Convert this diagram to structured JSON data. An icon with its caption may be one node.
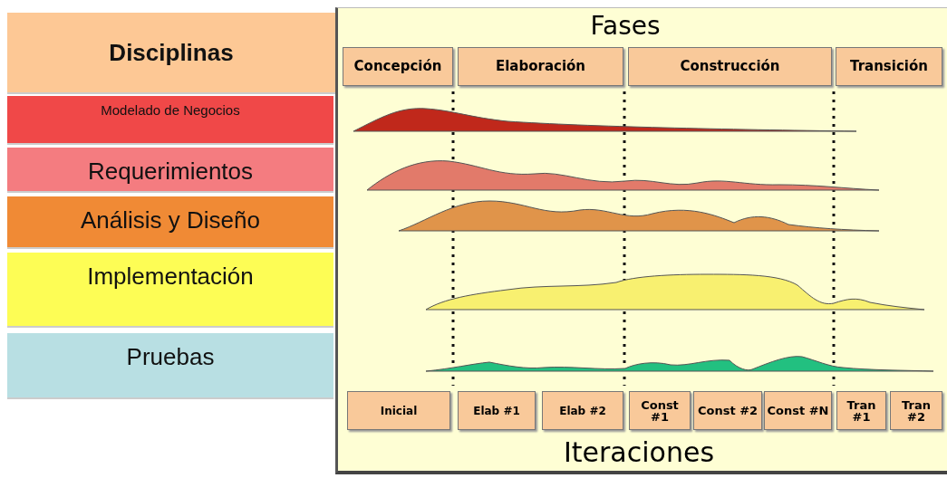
{
  "diagram": {
    "nodes": [
      {
        "text": [
          "Disciplinas"
        ]
      },
      {
        "text": [
          "Modelado de Negocios"
        ]
      },
      {
        "text": [
          "Requerimientos"
        ]
      },
      {
        "text": [
          "Análisis y Diseño"
        ]
      },
      {
        "text": [
          "Implementación"
        ]
      },
      {
        "text": [
          "Pruebas"
        ]
      },
      {
        "text": [
          "Concepción"
        ]
      },
      {
        "text": [
          "Elaboración"
        ]
      },
      {
        "text": [
          "Construcción"
        ]
      },
      {
        "text": [
          "Transición"
        ]
      },
      {
        "text": [
          "Inicial"
        ]
      },
      {
        "text": [
          "Elab #1"
        ]
      },
      {
        "text": [
          "Elab #2"
        ]
      },
      {
        "text": [
          "Const #1"
        ]
      },
      {
        "text": [
          "Const #2"
        ]
      },
      {
        "text": [
          "Const #N"
        ]
      },
      {
        "text": [
          "Tran #1"
        ]
      },
      {
        "text": [
          "Tran #2"
        ]
      }
    ],
    "edges": [],
    "labels": [
      "Fases",
      "Iteraciones"
    ]
  }
}
